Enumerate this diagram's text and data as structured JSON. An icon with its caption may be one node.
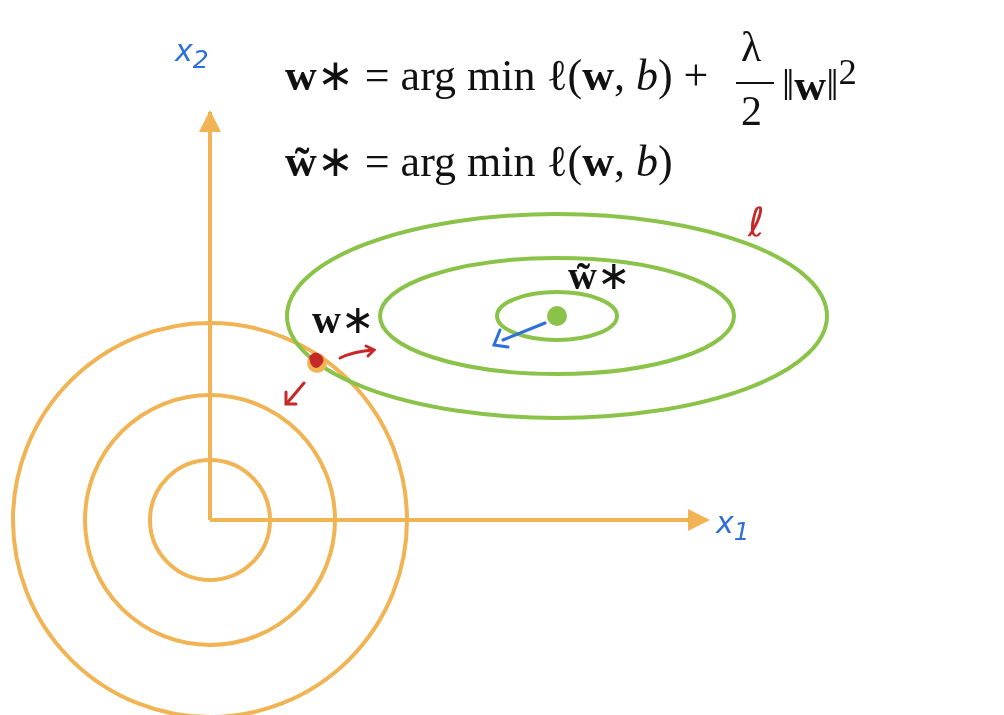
{
  "diagram": {
    "labels": [
      "x$_{2}$",
      "**w**∗ = arg min  ℓ(**w**, *b*) +",
      "λ",
      "2",
      "‖**w**‖$^{2}$",
      "**w̃**∗ = arg min  ℓ(**w**, *b*)",
      "ℓ",
      "**w̃**∗",
      "**w**∗",
      "x$_{1}$"
    ]
  }
}
